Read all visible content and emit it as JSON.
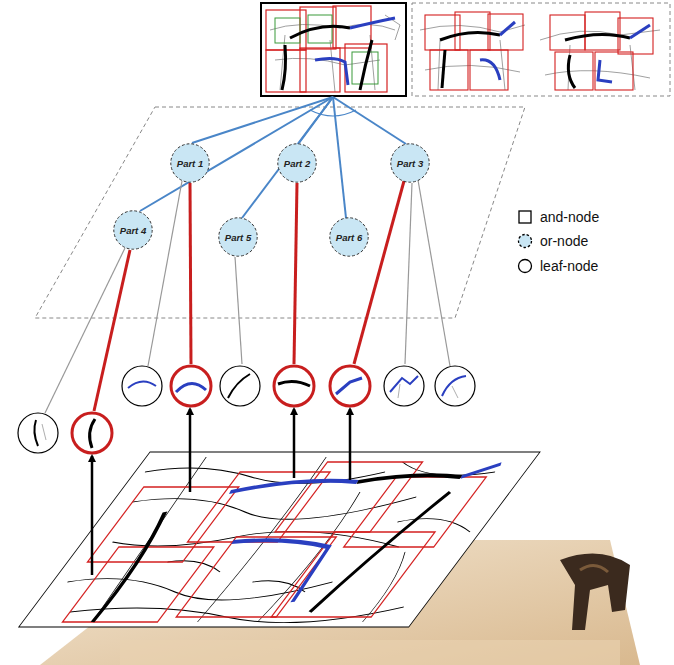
{
  "diagram": {
    "nodes": [
      {
        "text": [
          "Part 1"
        ]
      },
      {
        "text": [
          "Part 2"
        ]
      },
      {
        "text": [
          "Part 3"
        ]
      },
      {
        "text": [
          "Part 4"
        ]
      },
      {
        "text": [
          "Part 5"
        ]
      },
      {
        "text": [
          "Part 6"
        ]
      }
    ],
    "legend": [
      {
        "text": "and-node"
      },
      {
        "text": "or-node"
      },
      {
        "text": "leaf-node"
      }
    ]
  }
}
